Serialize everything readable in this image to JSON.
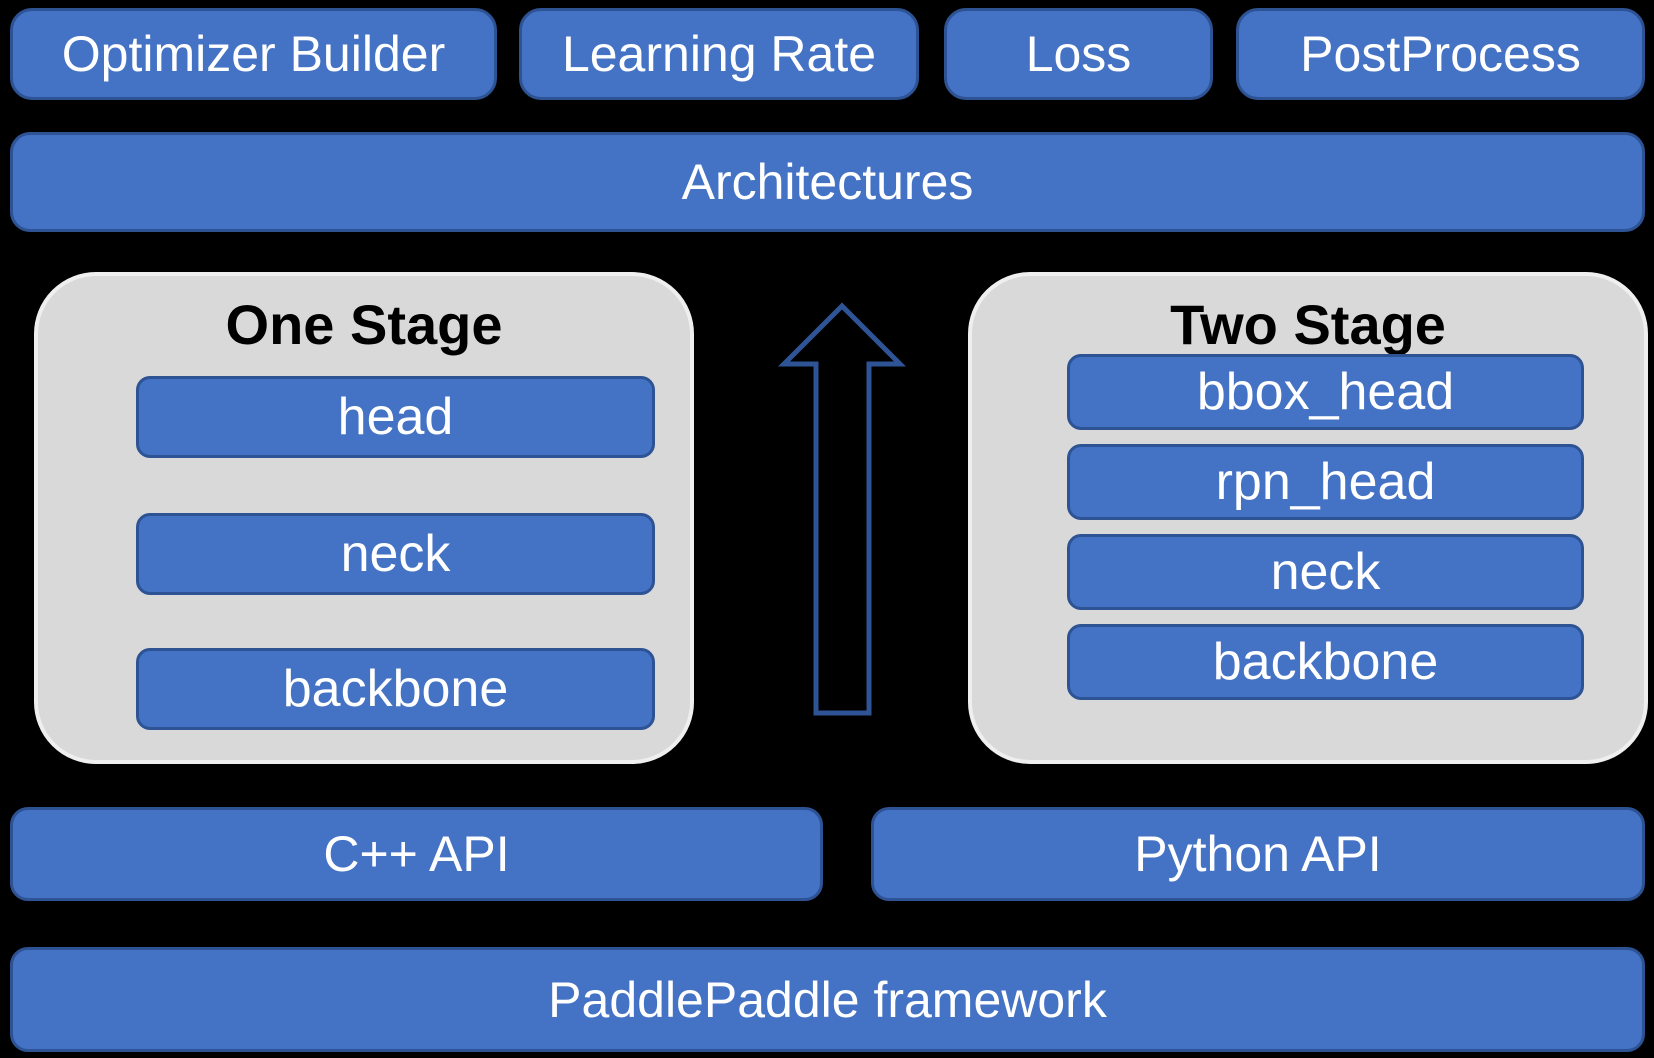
{
  "colors": {
    "background": "#000000",
    "box_fill": "#4472C4",
    "box_border": "#2E5395",
    "panel_fill": "#D9D9D9",
    "arrow_stroke": "#2F5496",
    "label_text": "#FFFFFF",
    "title_text": "#000000"
  },
  "top_row": {
    "optimizer_builder": "Optimizer Builder",
    "learning_rate": "Learning Rate",
    "loss": "Loss",
    "postprocess": "PostProcess"
  },
  "architectures": {
    "label": "Architectures"
  },
  "stages": {
    "one_stage": {
      "title": "One Stage",
      "layers": [
        "head",
        "neck",
        "backbone"
      ]
    },
    "two_stage": {
      "title": "Two Stage",
      "layers": [
        "bbox_head",
        "rpn_head",
        "neck",
        "backbone"
      ]
    }
  },
  "api_row": {
    "cpp": "C++ API",
    "python": "Python API"
  },
  "framework": {
    "label": "PaddlePaddle framework"
  }
}
